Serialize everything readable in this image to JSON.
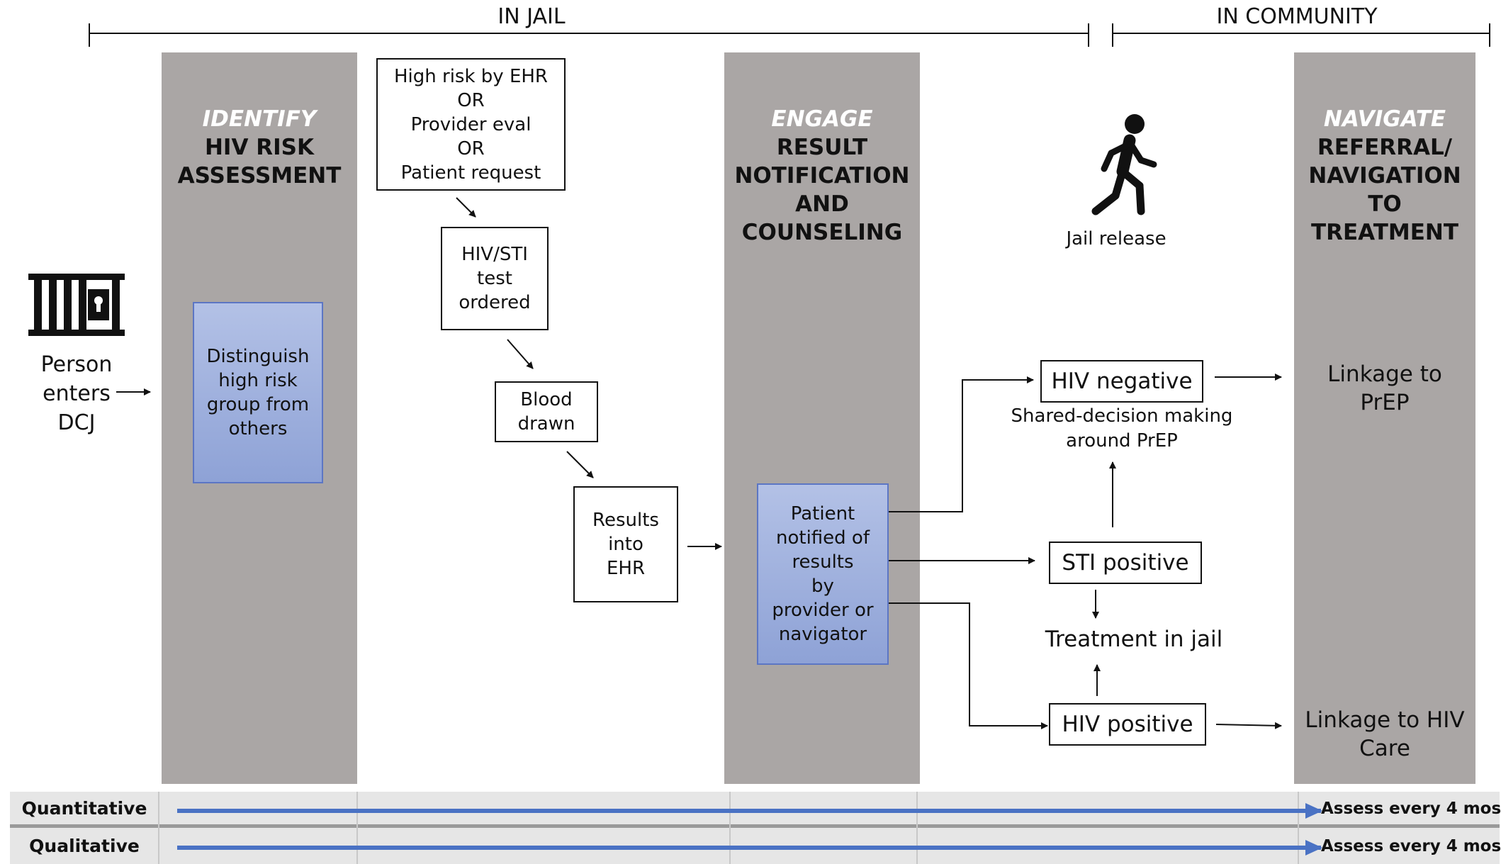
{
  "phases": {
    "jail": "IN JAIL",
    "community": "IN COMMUNITY"
  },
  "columns": {
    "identify": {
      "step": "IDENTIFY",
      "title": "HIV RISK\nASSESSMENT"
    },
    "engage": {
      "step": "ENGAGE",
      "title": "RESULT\nNOTIFICATION\nAND\nCOUNSELING"
    },
    "navigate": {
      "step": "NAVIGATE",
      "title": "REFERRAL/\nNAVIGATION\nTO\nTREATMENT"
    }
  },
  "entry": {
    "label": "Person\nenters\nDCJ",
    "icon": "jail-cell-icon"
  },
  "release": {
    "label": "Jail release",
    "icon": "walking-person-icon"
  },
  "boxes": {
    "distinguish": "Distinguish\nhigh risk\ngroup from\nothers",
    "high_risk": "High risk by EHR\nOR\nProvider eval\nOR\nPatient request",
    "test_ordered": "HIV/STI\ntest\nordered",
    "blood_drawn": "Blood\ndrawn",
    "results_ehr": "Results\ninto\nEHR",
    "patient_notified": "Patient\nnotified of\nresults\nby\nprovider or\nnavigator",
    "hiv_negative": "HIV negative",
    "sti_positive": "STI  positive",
    "hiv_positive": "HIV positive"
  },
  "texts": {
    "shared_decision": "Shared-decision making\naround PrEP",
    "treatment_in_jail": "Treatment in jail",
    "linkage_prep": "Linkage to\nPrEP",
    "linkage_hiv_care": "Linkage to HIV\nCare"
  },
  "assessment": {
    "quantitative": {
      "label": "Quantitative",
      "end": "Assess every 4 mos"
    },
    "qualitative": {
      "label": "Qualitative",
      "end": "Assess every 4 mos"
    }
  },
  "colors": {
    "column": "#aaa6a5",
    "blue_fill": "#9aacdc",
    "blue_border": "#5c76c4",
    "arrow_blue": "#4a72c4",
    "band_gray": "#e6e6e6"
  }
}
